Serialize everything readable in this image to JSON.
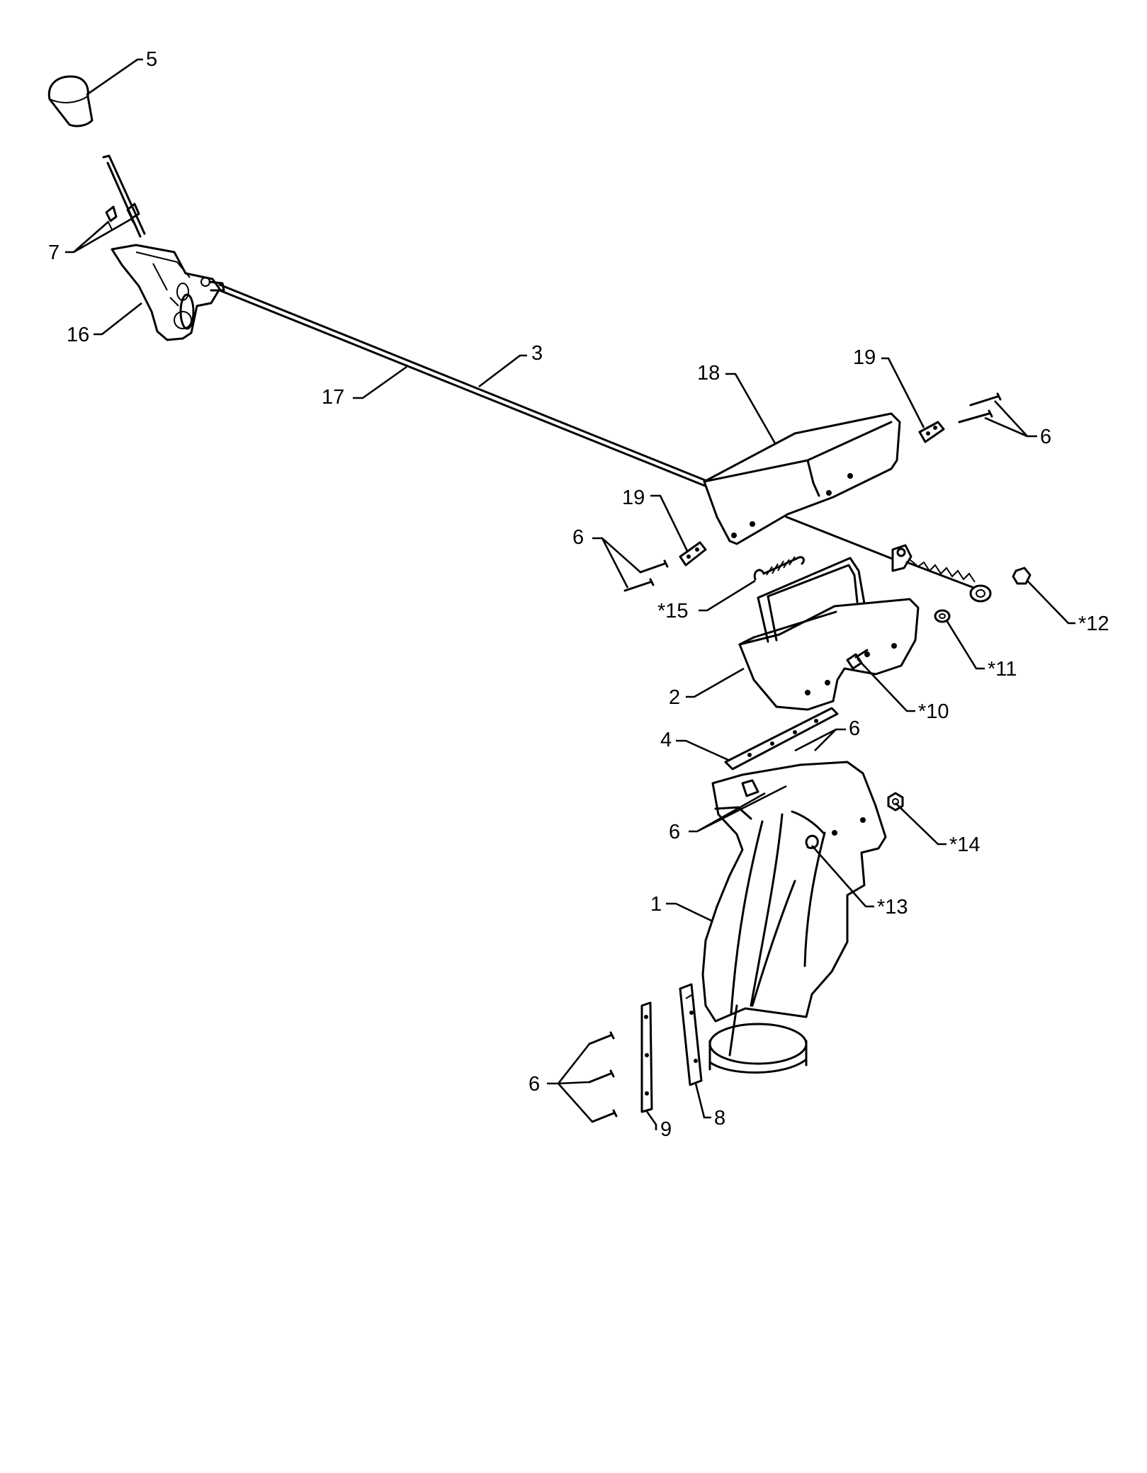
{
  "diagram": {
    "callouts": {
      "c1": "1",
      "c2": "2",
      "c3": "3",
      "c4": "4",
      "c5": "5",
      "c6a": "6",
      "c6b": "6",
      "c6c": "6",
      "c6d": "6",
      "c6e": "6",
      "c7": "7",
      "c8": "8",
      "c9": "9",
      "c10": "*10",
      "c11": "*11",
      "c12": "*12",
      "c13": "*13",
      "c14": "*14",
      "c15": "*15",
      "c16": "16",
      "c17": "17",
      "c18": "18",
      "c19a": "19",
      "c19b": "19"
    }
  }
}
